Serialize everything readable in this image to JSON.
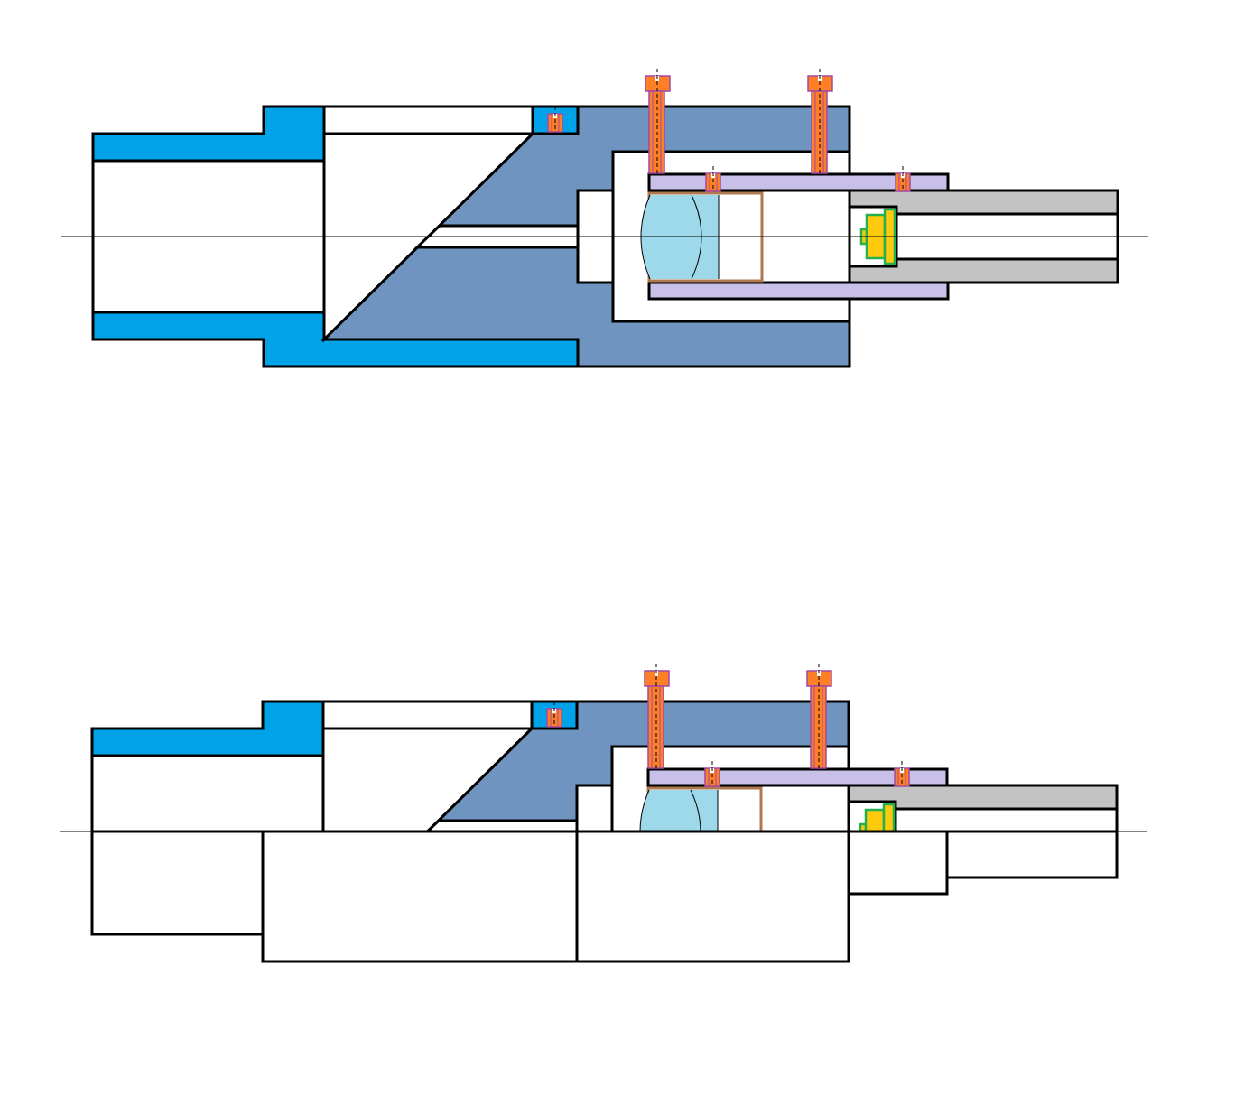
{
  "diagram": {
    "type": "mechanical cross-section",
    "views": [
      "full-section",
      "half-section"
    ],
    "colors": {
      "outer_sleeve": "#00a2e8",
      "body": "#7094c0",
      "inner_tube": "#c8c0e8",
      "rear_tube": "#c3c3c3",
      "lens": "#9dd9ea",
      "lens_frame": "#b07850",
      "screw": "#ff7f27",
      "screw_edge": "#a349a4",
      "emitter": "#ffc90e",
      "emitter_edge": "#22b14c"
    }
  }
}
